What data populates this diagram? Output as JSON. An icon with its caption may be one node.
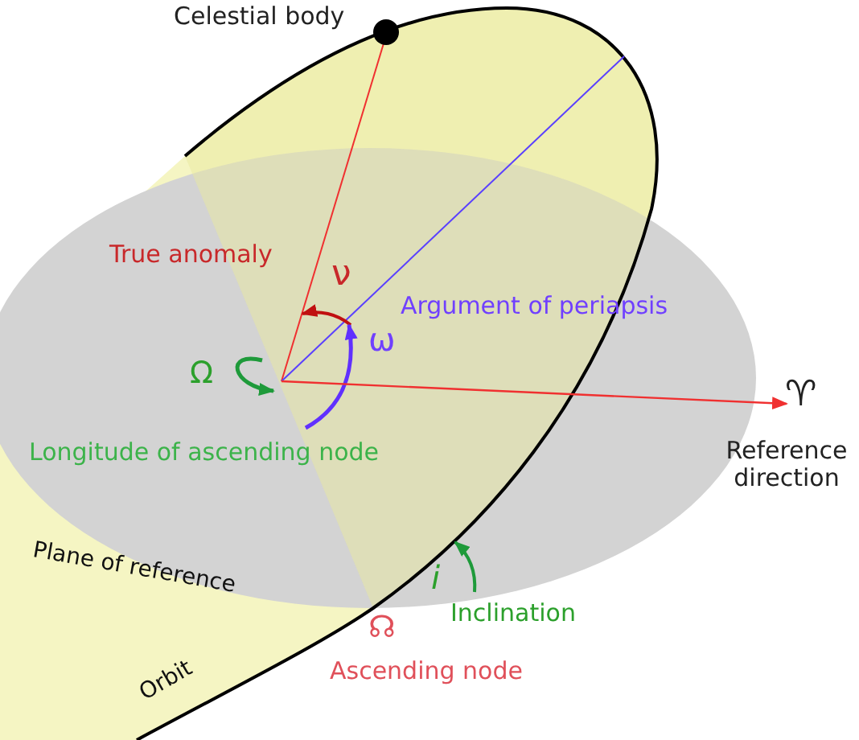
{
  "diagram": {
    "labels": [
      "Celestial body",
      "True anomaly",
      "ν",
      "Argument of periapsis",
      "ω",
      "Ω",
      "Longitude of ascending node",
      "♈",
      "Reference direction",
      "Plane of reference",
      "i",
      "Inclination",
      "☊",
      "Ascending node",
      "Orbit"
    ]
  }
}
